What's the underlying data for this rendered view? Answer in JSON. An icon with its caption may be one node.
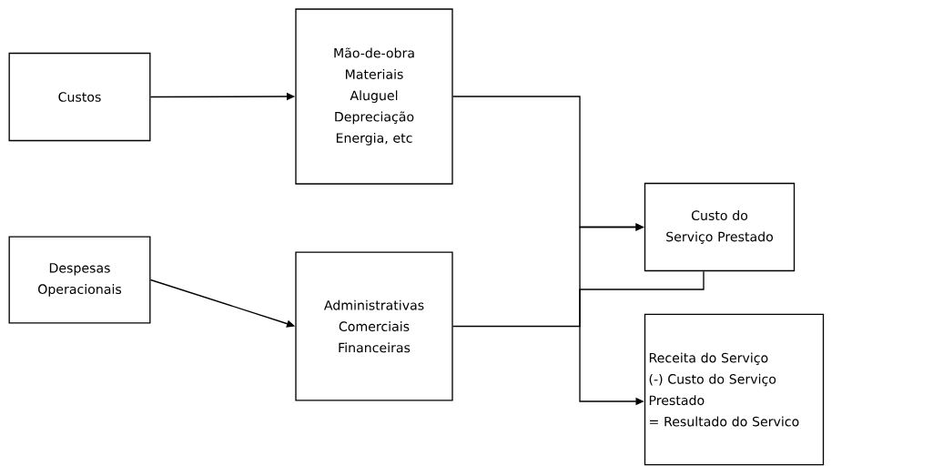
{
  "diagram": {
    "nodes": [
      {
        "text": [
          "Custos"
        ]
      },
      {
        "text": [
          "Mão-de-obra",
          "Materiais",
          "Aluguel",
          "Depreciação",
          "Energia, etc"
        ]
      },
      {
        "text": [
          "Despesas Operacionais"
        ]
      },
      {
        "text": [
          "Administrativas",
          "Comerciais",
          "Financeiras"
        ]
      },
      {
        "text": [
          "Custo do Serviço Prestado"
        ]
      },
      {
        "text": [
          "Receita do Serviço",
          "(-) Custo do Serviço Prestado",
          "= Resultado do Servico"
        ]
      }
    ],
    "edges": [
      {
        "from": 0,
        "to": 1,
        "arrow": "to"
      },
      {
        "from": 1,
        "to": 4,
        "arrow": "to"
      },
      {
        "from": 2,
        "to": 3,
        "arrow": "to"
      },
      {
        "from": 3,
        "to": 4,
        "arrow": "to"
      },
      {
        "from": 4,
        "to": 5,
        "arrow": "to"
      }
    ]
  }
}
